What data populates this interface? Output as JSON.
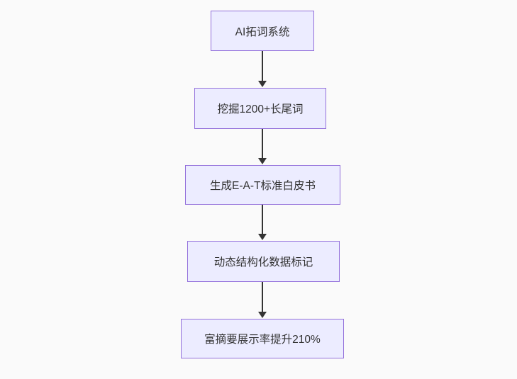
{
  "diagram": {
    "type": "flowchart",
    "direction": "top-down",
    "nodes": [
      {
        "id": "step-1",
        "label": "AI拓词系统"
      },
      {
        "id": "step-2",
        "label": "挖掘1200+长尾词"
      },
      {
        "id": "step-3",
        "label": "生成E-A-T标准白皮书"
      },
      {
        "id": "step-4",
        "label": "动态结构化数据标记"
      },
      {
        "id": "step-5",
        "label": "富摘要展示率提升210%"
      }
    ],
    "edges": [
      {
        "from": "step-1",
        "to": "step-2"
      },
      {
        "from": "step-2",
        "to": "step-3"
      },
      {
        "from": "step-3",
        "to": "step-4"
      },
      {
        "from": "step-4",
        "to": "step-5"
      }
    ],
    "colors": {
      "node_fill": "#ECECFF",
      "node_border": "#9370DB",
      "arrow": "#333333",
      "text": "#333333",
      "background": "#fafafa"
    }
  }
}
